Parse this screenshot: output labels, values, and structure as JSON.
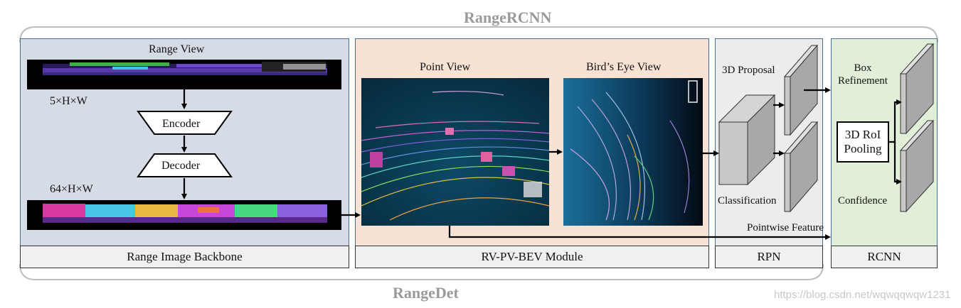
{
  "titles": {
    "top": "RangeRCNN",
    "bottom": "RangeDet"
  },
  "backbone": {
    "range_view_label": "Range View",
    "input_dim": "5×H×W",
    "encoder": "Encoder",
    "decoder": "Decoder",
    "output_dim": "64×H×W",
    "footer": "Range Image Backbone"
  },
  "module": {
    "point_view_label": "Point View",
    "bev_label": "Bird’s Eye View",
    "footer": "RV-PV-BEV Module"
  },
  "rpn": {
    "proposal_label": "3D Proposal",
    "classification_label": "Classification",
    "footer": "RPN"
  },
  "rcnn": {
    "box_refinement_label": "Box\nRefinement",
    "roi_pooling_label": "3D RoI\nPooling",
    "confidence_label": "Confidence",
    "footer": "RCNN"
  },
  "pointwise_feature_label": "Pointwise Feature",
  "watermark": "https://blog.csdn.net/wqwqqwqw1231",
  "colors": {
    "backbone_bg": "#d6dce6",
    "module_bg": "#f8e2d3",
    "rpn_bg": "#ececec",
    "rcnn_bg": "#e1efd9",
    "title_gray": "#9a9a9a"
  }
}
